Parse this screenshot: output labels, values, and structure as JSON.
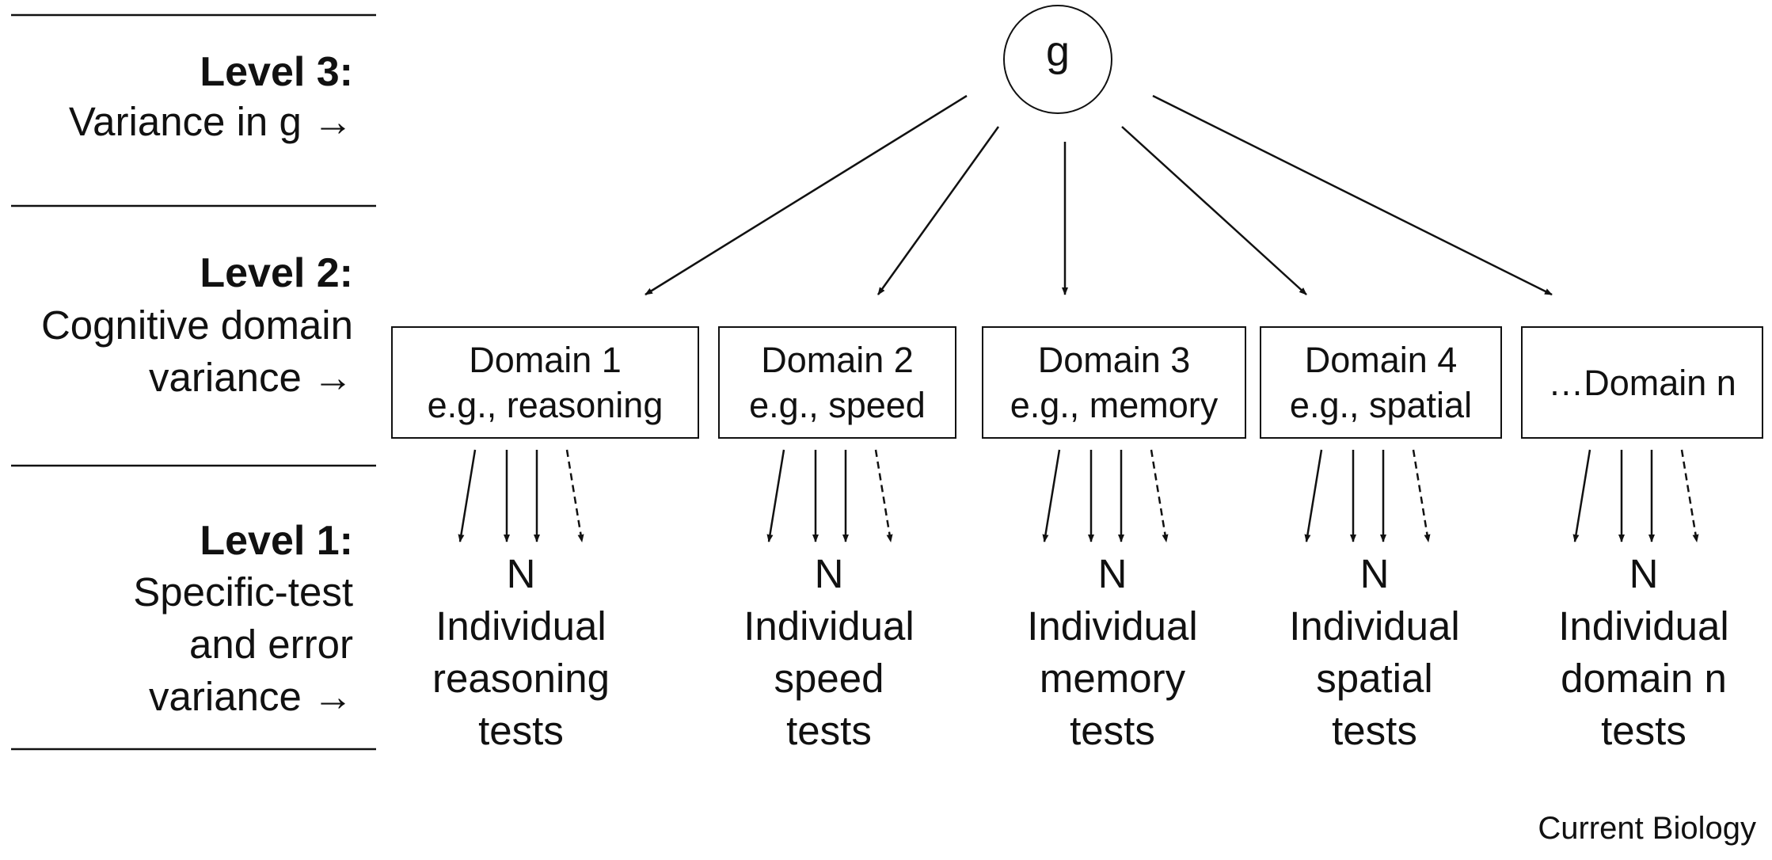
{
  "levels": [
    {
      "title": "Level 3:",
      "description": [
        "Variance in g →"
      ]
    },
    {
      "title": "Level 2:",
      "description": [
        "Cognitive domain",
        "variance →"
      ]
    },
    {
      "title": "Level 1:",
      "description": [
        "Specific-test",
        "and error",
        "variance →"
      ]
    }
  ],
  "top_node": {
    "label": "g"
  },
  "domains": [
    {
      "name": "Domain 1",
      "example": "e.g., reasoning",
      "tests": [
        "N",
        "Individual",
        "reasoning",
        "tests"
      ]
    },
    {
      "name": "Domain 2",
      "example": "e.g., speed",
      "tests": [
        "N",
        "Individual",
        "speed",
        "tests"
      ]
    },
    {
      "name": "Domain 3",
      "example": "e.g., memory",
      "tests": [
        "N",
        "Individual",
        "memory",
        "tests"
      ]
    },
    {
      "name": "Domain 4",
      "example": "e.g., spatial",
      "tests": [
        "N",
        "Individual",
        "spatial",
        "tests"
      ]
    },
    {
      "name": "…Domain n",
      "example": "",
      "tests": [
        "N",
        "Individual",
        "domain n",
        "tests"
      ]
    }
  ],
  "credit": "Current Biology"
}
